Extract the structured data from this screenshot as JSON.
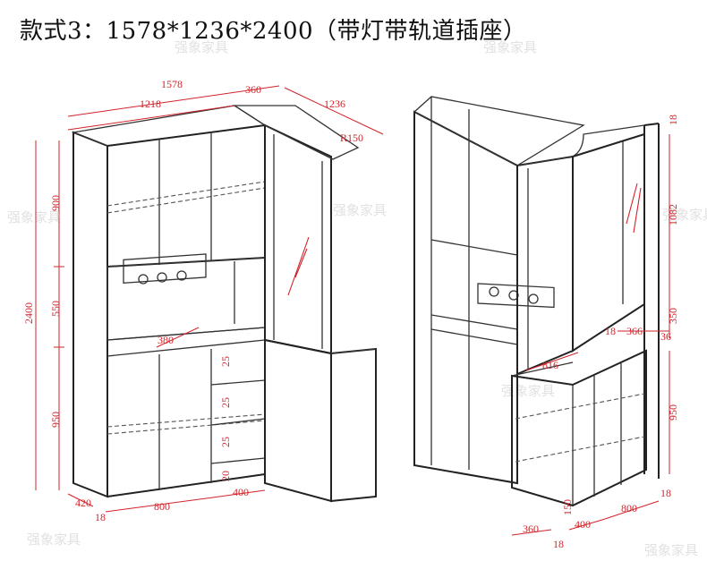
{
  "title": "款式3：1578*1236*2400（带灯带轨道插座）",
  "watermark": "强象家具",
  "left_view": {
    "dims": {
      "total_width": "1578",
      "main_width": "1218",
      "corner_width": "360",
      "depth_side": "1236",
      "radius": "R150",
      "height_total": "2400",
      "h_upper": "900",
      "h_middle": "550",
      "h_lower": "950",
      "depth": "420",
      "plinth": "18",
      "bottom_left": "800",
      "bottom_right": "400",
      "niche_depth": "380",
      "drawer_gap_1": "25",
      "drawer_gap_2": "25",
      "drawer_gap_3": "25",
      "drawer_gap_4": "20"
    }
  },
  "right_view": {
    "dims": {
      "top_panel": "18",
      "upper_height": "1082",
      "mid_height": "350",
      "side_18": "18",
      "side_366": "366",
      "side_36": "36",
      "diag_816": "816",
      "lower_height": "950",
      "plinth_18": "18",
      "base_150": "150",
      "bottom_360": "360",
      "bottom_400": "400",
      "bottom_800": "800",
      "bottom_18": "18"
    }
  }
}
